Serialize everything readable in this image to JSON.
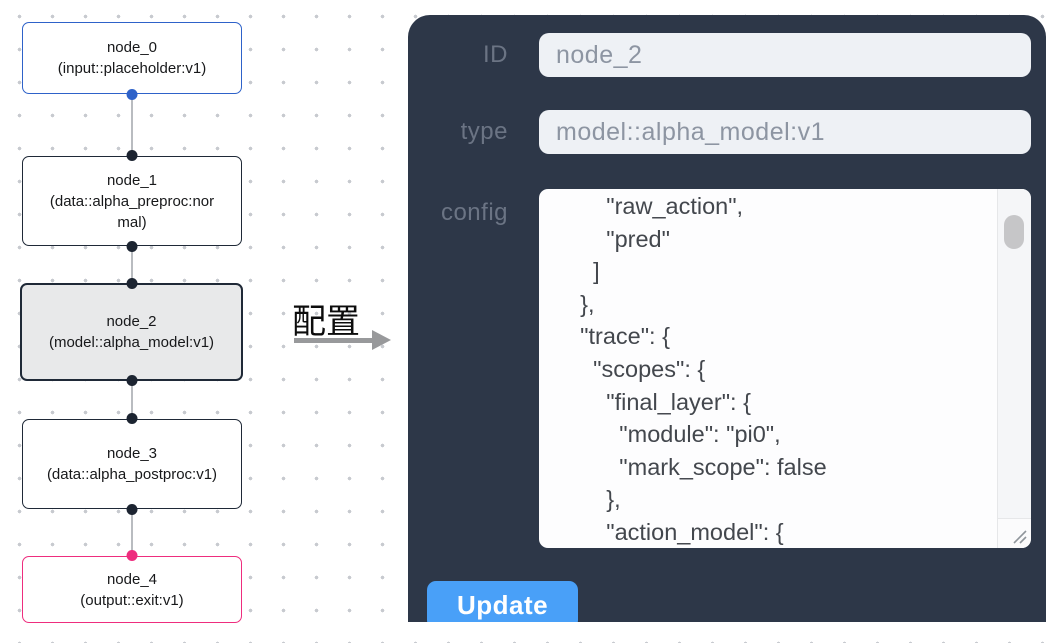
{
  "flow": {
    "nodes": [
      {
        "id": "node_0",
        "title": "node_0",
        "subtitle": "(input::placeholder:v1)",
        "kind": "input",
        "selected": false,
        "border_color": "#2e62c9"
      },
      {
        "id": "node_1",
        "title": "node_1",
        "subtitle": "(data::alpha_preproc:normal)",
        "kind": "data",
        "selected": false,
        "border_color": "#1f2937"
      },
      {
        "id": "node_2",
        "title": "node_2",
        "subtitle": "(model::alpha_model:v1)",
        "kind": "model",
        "selected": true,
        "border_color": "#1f2937"
      },
      {
        "id": "node_3",
        "title": "node_3",
        "subtitle": "(data::alpha_postproc:v1)",
        "kind": "data",
        "selected": false,
        "border_color": "#1f2937"
      },
      {
        "id": "node_4",
        "title": "node_4",
        "subtitle": "(output::exit:v1)",
        "kind": "output",
        "selected": false,
        "border_color": "#ee2d7e"
      }
    ],
    "port_colors": {
      "default": "#1c2431",
      "input_node": "#2e62c9",
      "output_node": "#ee2d7e"
    }
  },
  "transition": {
    "label": "配置"
  },
  "panel": {
    "fields": [
      {
        "label": "ID",
        "value": "node_2"
      },
      {
        "label": "type",
        "value": "model::alpha_model:v1"
      }
    ],
    "config": {
      "label": "config",
      "text": "        \"raw_action\",\n        \"pred\"\n      ]\n    },\n    \"trace\": {\n      \"scopes\": {\n        \"final_layer\": {\n          \"module\": \"pi0\",\n          \"mark_scope\": false\n        },\n        \"action_model\": {"
    },
    "update_label": "Update"
  },
  "colors": {
    "panel_background": "#2d3748",
    "accent_button": "#49a0f8",
    "input_node_accent": "#2e62c9",
    "output_node_accent": "#ee2d7e",
    "selected_node_fill": "#e8e9ea",
    "field_background": "#eef1f5"
  },
  "icons": {
    "transition_arrow": "arrow-right",
    "textarea_resize": "resize-grip",
    "scrollbar": "scrollbar-thumb"
  }
}
